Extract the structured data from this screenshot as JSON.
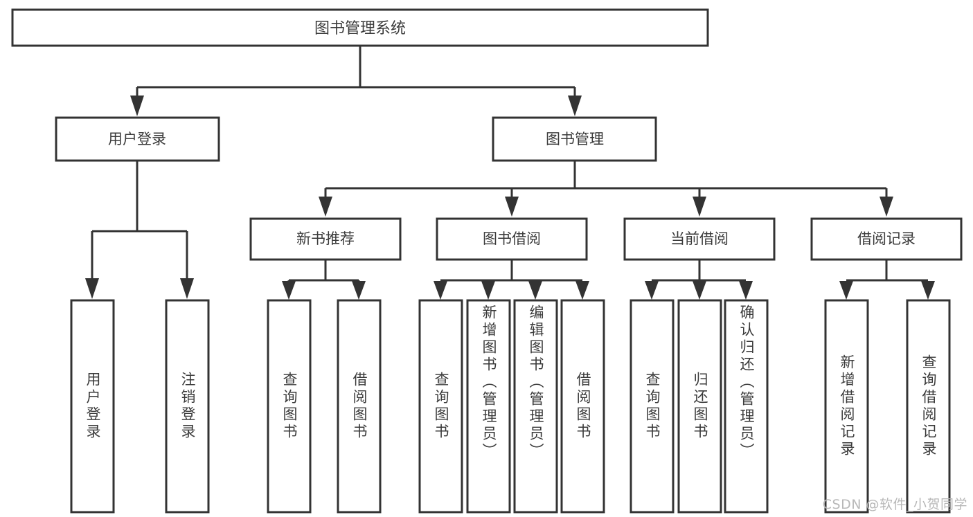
{
  "diagram": {
    "type": "hierarchy-tree",
    "title": "图书管理系统",
    "watermark": "CSDN @软件_小贺同学",
    "colors": {
      "box_border": "#333333",
      "box_fill": "#ffffff",
      "text": "#3a3a3a",
      "connector": "#333333",
      "watermark": "#b8b8b8",
      "background": "#ffffff"
    },
    "levels": {
      "root": {
        "label": "图书管理系统"
      },
      "level2": [
        {
          "label": "用户登录"
        },
        {
          "label": "图书管理"
        }
      ],
      "level3": [
        {
          "label": "新书推荐"
        },
        {
          "label": "图书借阅"
        },
        {
          "label": "当前借阅"
        },
        {
          "label": "借阅记录"
        }
      ],
      "leaves": [
        {
          "label": "用户登录",
          "parent": "用户登录"
        },
        {
          "label": "注销登录",
          "parent": "用户登录"
        },
        {
          "label": "查询图书",
          "parent": "新书推荐"
        },
        {
          "label": "借阅图书",
          "parent": "新书推荐"
        },
        {
          "label": "查询图书",
          "parent": "图书借阅"
        },
        {
          "label": "新增图书（管理员）",
          "parent": "图书借阅"
        },
        {
          "label": "编辑图书（管理员）",
          "parent": "图书借阅"
        },
        {
          "label": "借阅图书",
          "parent": "图书借阅"
        },
        {
          "label": "查询图书",
          "parent": "当前借阅"
        },
        {
          "label": "归还图书",
          "parent": "当前借阅"
        },
        {
          "label": "确认归还（管理员）",
          "parent": "当前借阅"
        },
        {
          "label": "新增借阅记录",
          "parent": "借阅记录"
        },
        {
          "label": "查询借阅记录",
          "parent": "借阅记录"
        }
      ]
    }
  }
}
